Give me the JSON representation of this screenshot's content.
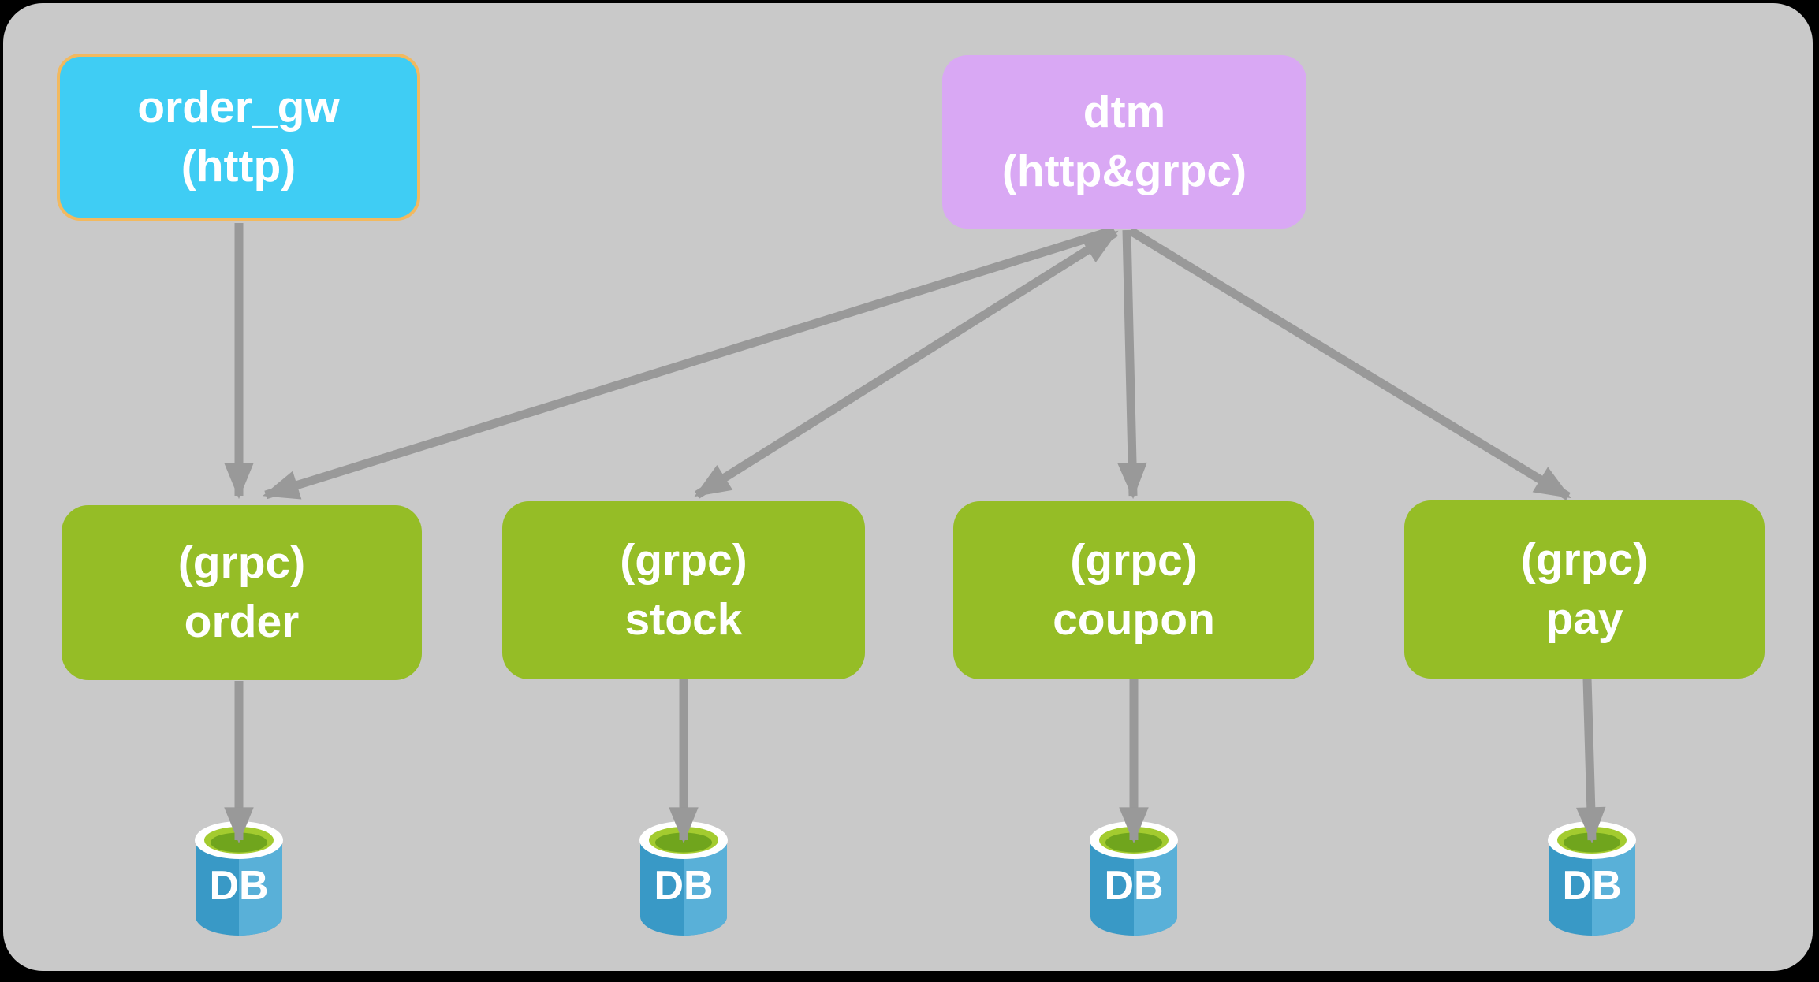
{
  "diagram_type": "microservice-architecture",
  "colors": {
    "frame_bg": "#000000",
    "canvas_bg": "#C9C9C9",
    "gateway_fill": "#3FCDF4",
    "gateway_border": "#F2B95F",
    "dtm_fill": "#D9A8F4",
    "service_fill": "#95BD26",
    "node_text": "#FFFFFF",
    "arrow": "#999999",
    "db_body_dark": "#3999C6",
    "db_body_light": "#59B0D8",
    "db_rim": "#FFFFFF",
    "db_pool_bright": "#A3CB2F",
    "db_pool_dark": "#70A51D",
    "db_text": "#FFFFFF"
  },
  "nodes": {
    "order_gw": {
      "line1": "order_gw",
      "line2": "(http)"
    },
    "dtm": {
      "line1": "dtm",
      "line2": "(http&grpc)"
    },
    "order": {
      "line1": "(grpc)",
      "line2": "order"
    },
    "stock": {
      "line1": "(grpc)",
      "line2": "stock"
    },
    "coupon": {
      "line1": "(grpc)",
      "line2": "coupon"
    },
    "pay": {
      "line1": "(grpc)",
      "line2": "pay"
    }
  },
  "db": {
    "label": "DB"
  },
  "edges": [
    {
      "from": "order_gw",
      "to": "order",
      "arrow": "single"
    },
    {
      "from": "dtm",
      "to": "order",
      "arrow": "single"
    },
    {
      "from": "dtm",
      "to": "stock",
      "arrow": "double"
    },
    {
      "from": "dtm",
      "to": "coupon",
      "arrow": "single"
    },
    {
      "from": "dtm",
      "to": "pay",
      "arrow": "single"
    },
    {
      "from": "order",
      "to": "order-db",
      "arrow": "single"
    },
    {
      "from": "stock",
      "to": "stock-db",
      "arrow": "single"
    },
    {
      "from": "coupon",
      "to": "coupon-db",
      "arrow": "single"
    },
    {
      "from": "pay",
      "to": "pay-db",
      "arrow": "single"
    }
  ]
}
